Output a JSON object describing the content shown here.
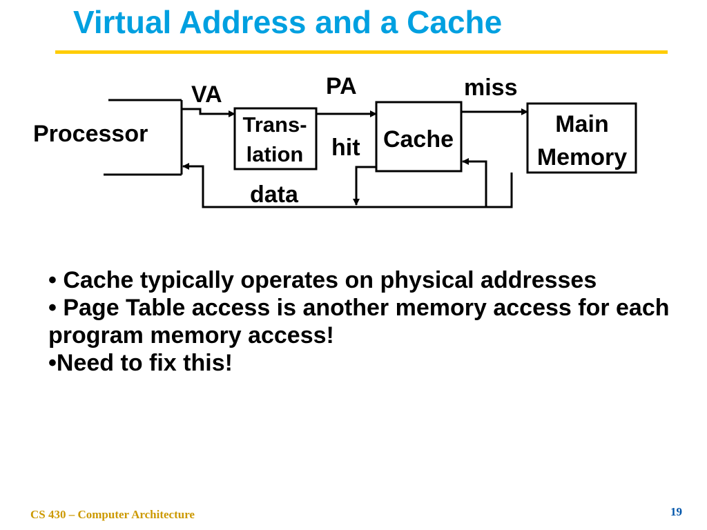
{
  "slide": {
    "title": "Virtual Address and a Cache",
    "accent_color": "#00a0e0",
    "rule_color": "#ffcc00",
    "footer": "CS 430 – Computer Architecture",
    "footer_color": "#cc9900",
    "page_number": "19",
    "page_number_color": "#0055aa"
  },
  "diagram": {
    "processor_label": "Processor",
    "translation_label_line1": "Trans-",
    "translation_label_line2": "lation",
    "cache_label": "Cache",
    "memory_label_line1": "Main",
    "memory_label_line2": "Memory",
    "va_label": "VA",
    "pa_label": "PA",
    "miss_label": "miss",
    "hit_label": "hit",
    "data_label": "data"
  },
  "bullets": [
    "• Cache typically operates on physical addresses",
    "• Page Table access is another memory access for each program memory access!",
    "•Need to fix this!"
  ]
}
